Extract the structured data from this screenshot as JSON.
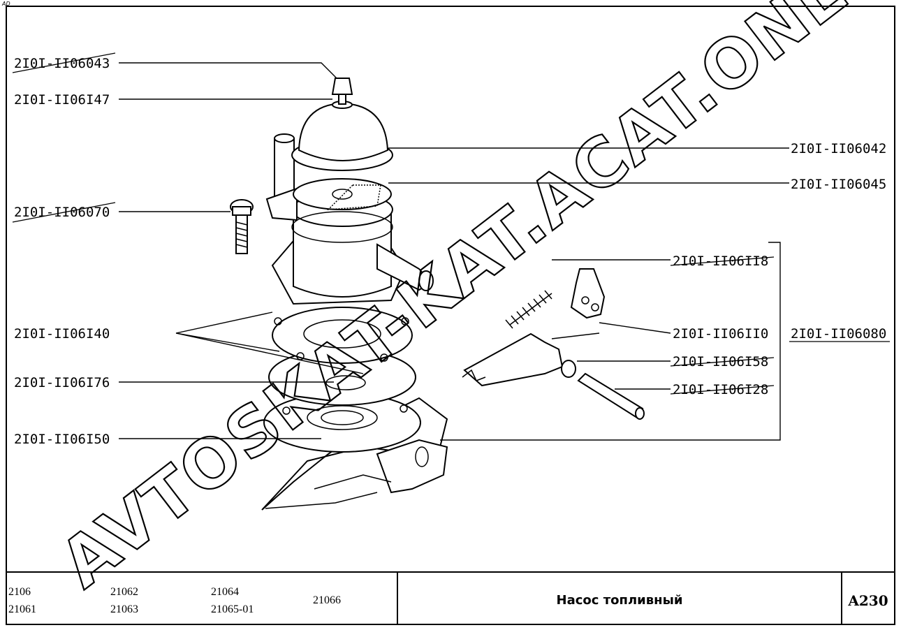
{
  "corner_mark": "AD",
  "watermark": "AVTOSKAT-KAT.ACAT.ONLINE",
  "callouts": [
    {
      "id": "cover-bolt",
      "label": "2I0I-II06043"
    },
    {
      "id": "bolt-washer",
      "label": "2I0I-II06I47"
    },
    {
      "id": "cover-gasket",
      "label": "2I0I-II06042"
    },
    {
      "id": "filter-screen",
      "label": "2I0I-II06045"
    },
    {
      "id": "screw",
      "label": "2I0I-II06070"
    },
    {
      "id": "lever-spring",
      "label": "2I0I-II06II8"
    },
    {
      "id": "lever",
      "label": "2I0I-II06II0"
    },
    {
      "id": "lever-assembly",
      "label": "2I0I-II06080"
    },
    {
      "id": "seal-ring",
      "label": "2I0I-II06I58"
    },
    {
      "id": "pivot-pin",
      "label": "2I0I-II06I28"
    },
    {
      "id": "diaphragm-gaskets",
      "label": "2I0I-II06I40"
    },
    {
      "id": "diaphragm",
      "label": "2I0I-II06I76"
    },
    {
      "id": "diaphragm-spring",
      "label": "2I0I-II06I50"
    }
  ],
  "footer": {
    "models": [
      "2106",
      "21061",
      "21062",
      "21063",
      "21064",
      "21065-01",
      "21066"
    ],
    "title": "Насос топливный",
    "code": "A230"
  }
}
